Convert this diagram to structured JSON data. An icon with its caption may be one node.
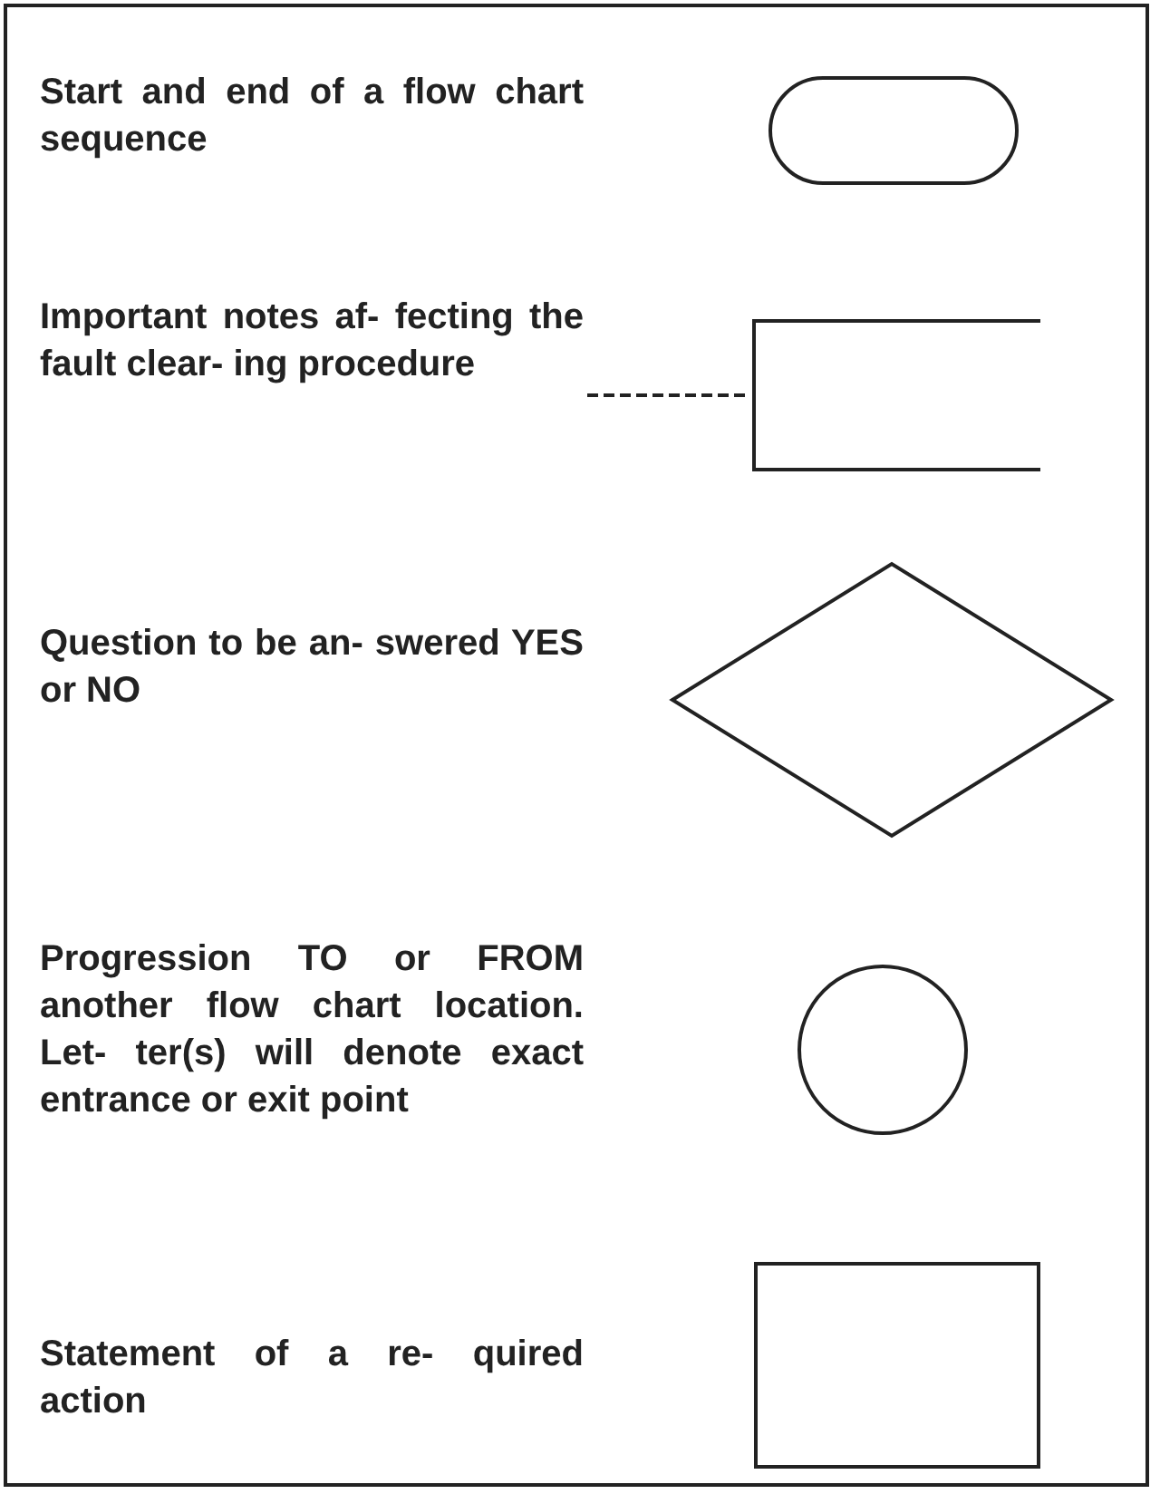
{
  "diagram": {
    "nodes": [
      {
        "text": [],
        "shape": "capsule"
      },
      {
        "text": [],
        "shape": "bracket"
      },
      {
        "text": [],
        "shape": "diamond"
      },
      {
        "text": [],
        "shape": "circle"
      },
      {
        "text": [],
        "shape": "box"
      }
    ],
    "legend": [
      {
        "text": "Start and end of a flow chart sequence"
      },
      {
        "text": "Important notes af- fecting the fault clear- ing procedure"
      },
      {
        "text": "Question to be an- swered YES or NO"
      },
      {
        "text": "Progression TO or FROM another flow chart location. Let- ter(s) will denote exact entrance or exit point"
      },
      {
        "text": "Statement of a re- quired action"
      }
    ]
  }
}
